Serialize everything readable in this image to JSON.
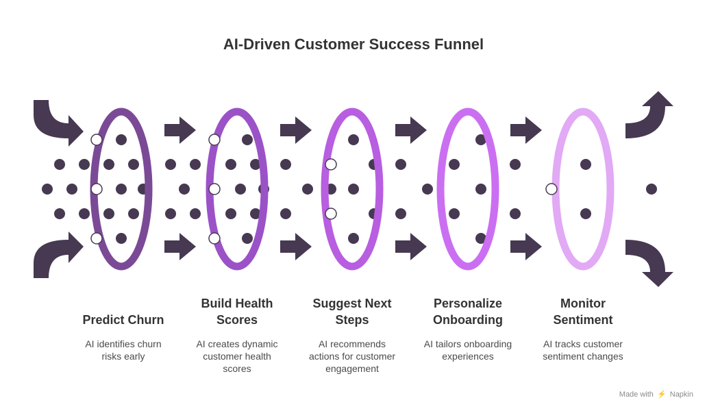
{
  "title": "AI-Driven Customer Success Funnel",
  "stages": [
    {
      "title": "Predict Churn",
      "description": "AI identifies churn\nrisks early",
      "color": "#7b4a96"
    },
    {
      "title": "Build Health\nScores",
      "description": "AI creates dynamic\ncustomer health\nscores",
      "color": "#9b52c7"
    },
    {
      "title": "Suggest Next\nSteps",
      "description": "AI recommends\nactions for customer\nengagement",
      "color": "#b85ee0"
    },
    {
      "title": "Personalize\nOnboarding",
      "description": "AI tailors onboarding\nexperiences",
      "color": "#cb6ff2"
    },
    {
      "title": "Monitor\nSentiment",
      "description": "AI tracks customer\nsentiment changes",
      "color": "#e2a9f5"
    }
  ],
  "colors": {
    "dot": "#463951",
    "arrow": "#463951",
    "title": "#333333"
  },
  "watermark": {
    "prefix": "Made with",
    "brand": "Napkin",
    "icon": "napkin-logo-icon"
  }
}
